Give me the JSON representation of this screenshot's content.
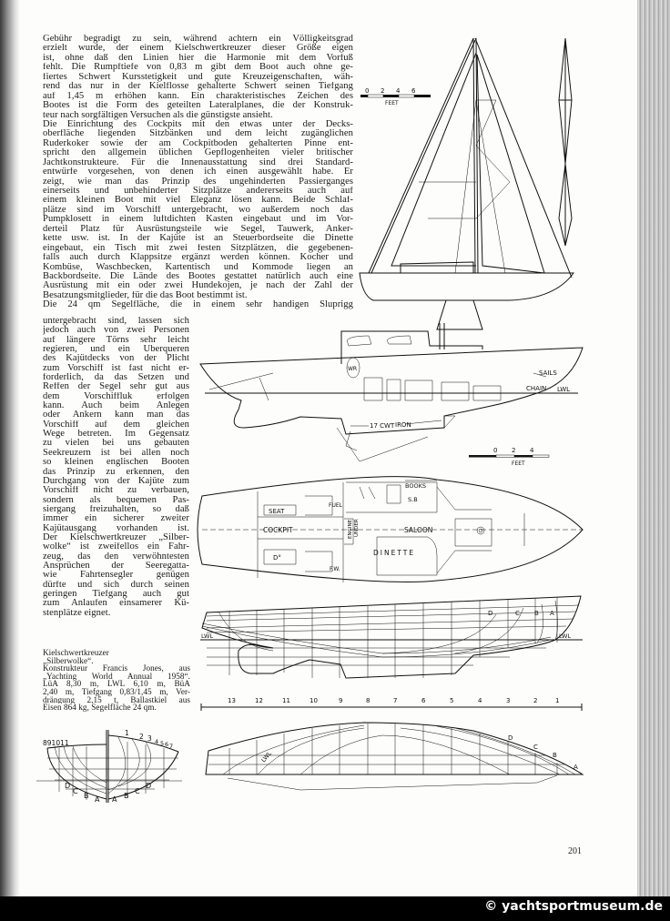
{
  "text": {
    "wide": [
      "Gebühr begradigt zu sein, während achtern ein Völligkeitsgrad",
      "erzielt wurde, der einem Kielschwertkreuzer dieser Größe eigen",
      "ist, ohne daß den Linien hier die Harmonie mit dem Vorfuß",
      "fehlt. Die Rumpftiefe von 0,83 m gibt dem Boot auch ohne ge-",
      "fiertes Schwert Kursstetigkeit und gute Kreuzeigenschaften, wäh-",
      "rend das nur in der Kielflosse gehalterte Schwert seinen Tiefgang",
      "auf 1,45 m erhöhen kann. Ein charakteristisches Zeichen des",
      "Bootes ist die Form des geteilten Lateralplanes, die der Konstruk-",
      "teur nach sorgfältigen Versuchen als die günstigste ansieht.",
      "Die Einrichtung des Cockpits mit den etwas unter der Decks-",
      "oberfläche liegenden Sitzbänken und dem leicht zugänglichen",
      "Ruderkoker sowie der am Cockpitboden gehalterten Pinne ent-",
      "spricht den allgemein üblichen Gepflogenheiten vieler britischer",
      "Jachtkonstrukteure. Für die Innenausstattung sind drei Standard-",
      "entwürfe vorgesehen, von denen ich einen ausgewählt habe. Er",
      "zeigt, wie man das Prinzip des ungehinderten Passierganges",
      "einerseits und unbehinderter Sitzplätze andererseits auch auf",
      "einem kleinen Boot mit viel Eleganz lösen kann. Beide Schlaf-",
      "plätze sind im Vorschiff untergebracht, wo außerdem noch das",
      "Pumpklosett in einem luftdichten Kasten eingebaut und im Vor-",
      "derteil Platz für Ausrüstungsteile wie Segel, Tauwerk, Anker-",
      "kette usw. ist. In der Kajüte ist an Steuerbordseite die Dinette",
      "eingebaut, ein Tisch mit zwei festen Sitzplätzen, die gegebenen-",
      "falls auch durch Klappsitze ergänzt werden können. Kocher und",
      "Kombüse, Waschbecken, Kartentisch und Kommode liegen an",
      "Backbordseite. Die Lände des Bootes gestattet natürlich auch eine",
      "Ausrüstung mit ein oder zwei Hundekojen, je nach der Zahl der",
      "Besatzungsmitglieder, für die das Boot bestimmt ist.",
      "Die 24 qm Segelfläche, die in einem sehr handigen Sluprigg"
    ],
    "wide_last": [
      8,
      27
    ],
    "narrow": [
      "untergebracht sind, lassen sich",
      "jedoch auch von zwei Personen",
      "auf längere Törns sehr leicht",
      "regieren, und ein Überqueren",
      "des Kajütdecks von der Plicht",
      "zum Vorschiff ist fast nicht er-",
      "forderlich, da das Setzen und",
      "Reffen der Segel sehr gut aus",
      "dem Vorschiffluk erfolgen",
      "kann. Auch beim Anlegen",
      "oder Ankern kann man das",
      "Vorschiff auf dem gleichen",
      "Wege betreten. Im Gegensatz",
      "zu vielen bei uns gebauten",
      "Seekreuzern ist bei allen noch",
      "so kleinen englischen Booten",
      "das Prinzip zu erkennen, den",
      "Durchgang von der Kajüte zum",
      "Vorschiff nicht zu verbauen,",
      "sondern als bequemen Pas-",
      "siergang freizuhalten, so daß",
      "immer ein sicherer zweiter",
      "Kajütausgang vorhanden ist.",
      "Der Kielschwertkreuzer „Silber-",
      "wolke“ ist zweifellos ein Fahr-",
      "zeug, das den verwöhntesten",
      "Ansprüchen der Seeregatta-",
      "wie Fahrtensegler genügen",
      "dürfte und sich durch seinen",
      "geringen Tiefgang auch gut",
      "zum Anlaufen einsamerer Kü-",
      "stenplätze eignet."
    ],
    "narrow_last": [
      31
    ],
    "caption": [
      "Kielschwertkreuzer",
      "„Silberwolke“.",
      "Konstrukteur Francis Jones, aus",
      "„Yachting World Annual 1958“.",
      "LüA 8,30 m, LWL 6,10 m, BüA",
      "2,40 m, Tiefgang 0,83/1,45 m, Ver-",
      "drängung 2,15 t, Ballastkiel aus",
      "Eisen 864 kg, Segelfläche 24 qm."
    ],
    "caption_last": [
      0,
      1,
      7
    ]
  },
  "drawings": {
    "sail_plan": {
      "scale": [
        "0",
        "2",
        "4",
        "6"
      ],
      "unit": "FEET"
    },
    "profile": {
      "wr": "WR",
      "sails": "SAILS",
      "chain": "CHAIN",
      "lwl": "LWL",
      "ballast": "17 CWT",
      "ballast_material": "IRON",
      "scale": [
        "0",
        "2",
        "4"
      ],
      "unit": "FEET"
    },
    "plan": {
      "books": "BOOKS",
      "sb": "S.B",
      "fuel": "FUEL",
      "seat": "SEAT",
      "cockpit": "COCKPIT",
      "engine": "ENGINE",
      "under": "UNDER",
      "saloon": "SALOON",
      "dinette": "DINETTE",
      "ditto": "D°",
      "fw": "F.W."
    },
    "lines": {
      "waterlines": [
        "D",
        "C",
        "B",
        "A"
      ],
      "lwl": "LWL",
      "stations": [
        "13",
        "12",
        "11",
        "10",
        "9",
        "8",
        "7",
        "6",
        "5",
        "4",
        "3",
        "2",
        "1"
      ]
    },
    "half_breadth": {
      "waterlines": [
        "D",
        "C",
        "B",
        "A"
      ],
      "lwl": "LWL"
    },
    "body_plan": {
      "aft_stations": "891011",
      "fwd_stations": [
        "1",
        "2",
        "3",
        "4",
        "5",
        "6",
        "7"
      ],
      "waterlines_left": [
        "D",
        "C",
        "B",
        "A"
      ],
      "waterlines_right": [
        "A",
        "B",
        "C",
        "D"
      ]
    }
  },
  "page_number": "201",
  "watermark": "© yachtsportmuseum.de"
}
